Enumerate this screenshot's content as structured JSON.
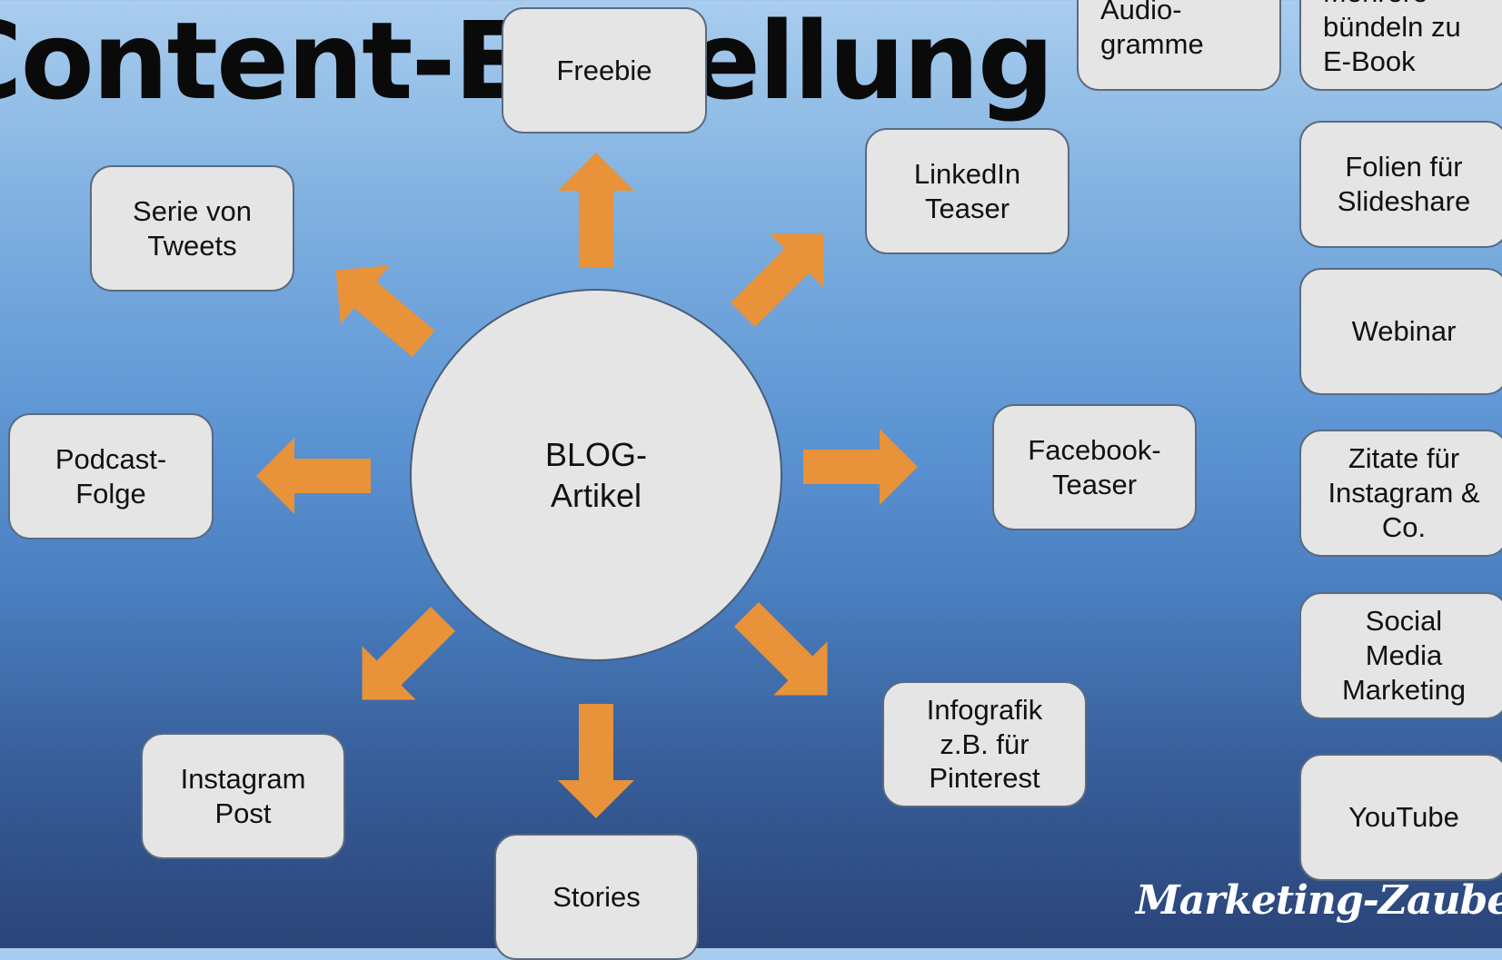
{
  "title": "Content-Erstellung",
  "center": "BLOG-\nArtikel",
  "arrow_color": "#e8923a",
  "nodes": {
    "freebie": "Freebie",
    "linkedin": "LinkedIn\nTeaser",
    "tweets": "Serie von\nTweets",
    "podcast": "Podcast-\nFolge",
    "facebook": "Facebook-\nTeaser",
    "instagram_post": "Instagram\nPost",
    "stories": "Stories",
    "infografik": "Infografik\nz.B. für\nPinterest"
  },
  "side_nodes": {
    "audiogramme": "Audio-\ngramme",
    "ebook": "Mehrere\nbündeln zu\nE-Book",
    "slideshare": "Folien für\nSlideshare",
    "webinar": "Webinar",
    "zitate": "Zitate für\nInstagram &\nCo.",
    "social_media": "Social\nMedia\nMarketing",
    "youtube": "YouTube"
  },
  "brand": "Marketing-Zauber"
}
